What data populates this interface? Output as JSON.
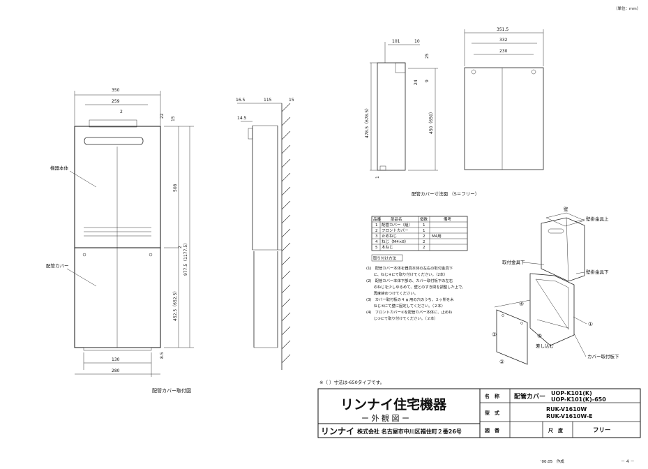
{
  "unit_note": "（単位：mm）",
  "front_view": {
    "caption": "配管カバー取付図",
    "label_body": "機器本体",
    "label_cover": "配管カバー",
    "dims": [
      "350",
      "259",
      "2",
      "22",
      "15",
      "508",
      "977.5（1177.5）",
      "2",
      "452.5（652.5）",
      "8.5",
      "130",
      "280"
    ]
  },
  "side_view": {
    "dims": [
      "16.5",
      "115",
      "15",
      "14.5"
    ]
  },
  "cover_detail": {
    "caption": "配管カバー寸法図 （S＝フリー）",
    "dims": [
      "101",
      "10",
      "351.5",
      "332",
      "230",
      "25",
      "24",
      "9",
      "478.5（678.5）",
      "450（650）",
      "1"
    ]
  },
  "parts_table": {
    "headers": [
      "品番",
      "部品名",
      "個数",
      "備考"
    ],
    "rows": [
      [
        "1",
        "配管カバー（組）",
        "1",
        ""
      ],
      [
        "2",
        "フロントカバー",
        "1",
        ""
      ],
      [
        "3",
        "止めねじ",
        "2",
        "M4用"
      ],
      [
        "4",
        "ねじ（M4×8）",
        "2",
        ""
      ],
      [
        "5",
        "木ねじ",
        "2",
        ""
      ]
    ]
  },
  "install_method": {
    "title": "取り付け方法",
    "lines": [
      "(1)　配管カバー本体を器具本体の左右の取付金具下",
      "　　に、ねじ④にて取り付けてください。（2本）",
      "(2)　配管カバー本体下部の、カバー取付板下の左右",
      "　　のねじを少しゆるめて、壁とのすき間を調整した上で、",
      "　　再度締めつけてください。",
      "(3)　カバー取付板の４ φ 用の穴のうち、２ヶ所を木",
      "　　ねじ⑤にて壁に固定してください。（２本）",
      "(4)　フロントカバー②を配管カバー本体に、止めね",
      "　　じ③にて取り付けてください。（２本）"
    ]
  },
  "exploded": {
    "labels": [
      "壁",
      "壁掛金具上",
      "取付金具下",
      "壁掛金具下",
      "差し込む",
      "カバー取付板下"
    ],
    "numbers": [
      "①",
      "②",
      "③",
      "④",
      "⑤"
    ]
  },
  "footnote": "※（ ）寸法は-650タイプです。",
  "title_block": {
    "company_logo": "リンナイ住宅機器",
    "drawing_type": "ー 外 観 図 ー",
    "company_short": "リンナイ",
    "address": "株式会社 名古屋市中川区福住町２番26号",
    "name_label": "名　称",
    "name_value": "配管カバー",
    "model_1": "UOP-K101(K)",
    "model_2": "UOP-K101(K)-650",
    "type_label": "型　式",
    "type_1": "RUK-V1610W",
    "type_2": "RUK-V1610W-E",
    "drawing_no_label": "図　番",
    "scale_label": "尺　度",
    "scale_value": "フリー"
  },
  "footer_date": "'00.05　作成",
  "page_number": "－ 4 －"
}
